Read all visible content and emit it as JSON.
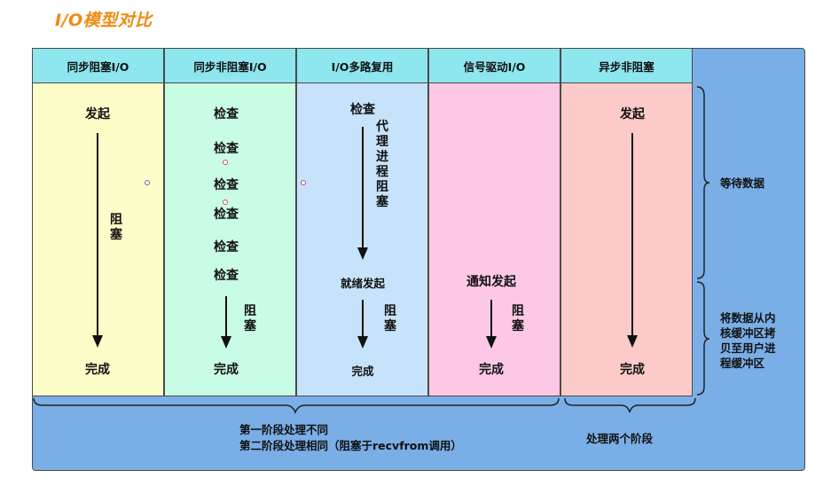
{
  "title": "I/O模型对比",
  "headers": [
    "同步阻塞I/O",
    "同步非阻塞I/O",
    "I/O多路复用",
    "信号驱动I/O",
    "异步非阻塞"
  ],
  "col1": {
    "start": "发起",
    "block": [
      "阻",
      "塞"
    ],
    "end": "完成"
  },
  "col2": {
    "checks": [
      "检查",
      "检查",
      "检查",
      "检查",
      "检查",
      "检查"
    ],
    "block": [
      "阻",
      "塞"
    ],
    "end": "完成"
  },
  "col3": {
    "check": "检查",
    "proxy": [
      "代",
      "理",
      "进",
      "程",
      "阻",
      "塞"
    ],
    "ready": "就绪发起",
    "block": [
      "阻",
      "塞"
    ],
    "end": "完成"
  },
  "col4": {
    "notify": "通知发起",
    "block": [
      "阻",
      "塞"
    ],
    "end": "完成"
  },
  "col5": {
    "start": "发起",
    "end": "完成"
  },
  "side": {
    "wait": "等待数据",
    "copy": [
      "将数据从内",
      "核缓冲区拷",
      "贝至用户进",
      "程缓冲区"
    ]
  },
  "bottom": {
    "line1": "第一阶段处理不同",
    "line2": "第二阶段处理相同（阻塞于recvfrom调用）",
    "right": "处理两个阶段"
  },
  "colors": {
    "title": "#f08a0f",
    "frame": "#7aaee6",
    "header": "#8ee6ee",
    "col1": "#fdfdc9",
    "col2": "#c9fce4",
    "col3": "#c7e2fb",
    "col4": "#fcc8e6",
    "col5": "#fdcaca"
  }
}
